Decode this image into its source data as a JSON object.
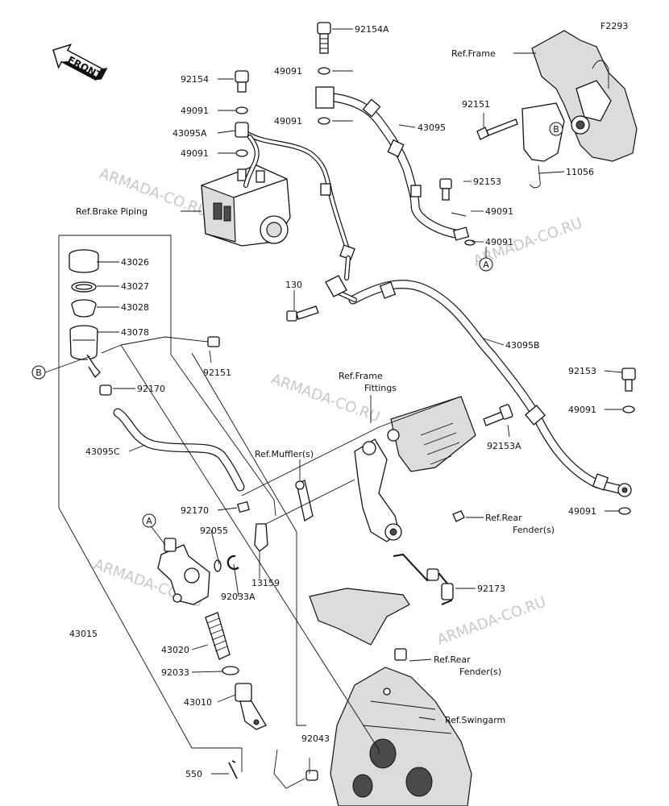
{
  "diagram_code": "F2293",
  "front_label": "FRONT",
  "watermark": "ARMADA-CO.RU",
  "parts": {
    "p92154A": "92154A",
    "p92154": "92154",
    "p49091_a": "49091",
    "p49091_b": "49091",
    "p49091_c": "49091",
    "p49091_d": "49091",
    "p49091_e": "49091",
    "p49091_f": "49091",
    "p49091_g": "49091",
    "p49091_h": "49091",
    "p43095A": "43095A",
    "p43095": "43095",
    "p43095B": "43095B",
    "p43095C": "43095C",
    "p92151_a": "92151",
    "p92151_b": "92151",
    "p11056": "11056",
    "p92153_a": "92153",
    "p92153_b": "92153",
    "p92153A": "92153A",
    "p130": "130",
    "p43026": "43026",
    "p43027": "43027",
    "p43028": "43028",
    "p43078": "43078",
    "p92170_a": "92170",
    "p92170_b": "92170",
    "p92055": "92055",
    "p92033A": "92033A",
    "p13159": "13159",
    "p43015": "43015",
    "p43020": "43020",
    "p92033": "92033",
    "p43010": "43010",
    "p92043": "92043",
    "p550": "550",
    "p92173": "92173"
  },
  "refs": {
    "frame": "Ref.Frame",
    "brake_piping": "Ref.Brake Piping",
    "frame_fittings_1": "Ref.Frame",
    "frame_fittings_2": "Fittings",
    "muffler": "Ref.Muffler(s)",
    "rear_fender_a1": "Ref.Rear",
    "rear_fender_a2": "Fender(s)",
    "rear_fender_b1": "Ref.Rear",
    "rear_fender_b2": "Fender(s)",
    "swingarm": "Ref.Swingarm"
  },
  "callouts": {
    "A": "A",
    "B": "B"
  }
}
